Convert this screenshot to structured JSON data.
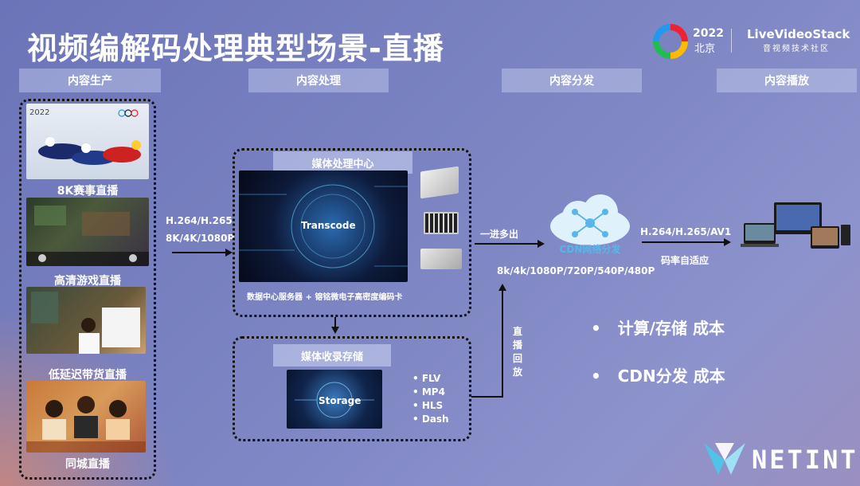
{
  "title": "视频编解码处理典型场景-直播",
  "logos": {
    "year": "2022",
    "city": "北京",
    "brand": "LiveVideoStack",
    "brand_sub": "音视频技术社区",
    "company": "NETINT"
  },
  "stages": [
    "内容生产",
    "内容处理",
    "内容分发",
    "内容播放"
  ],
  "production": {
    "items": [
      {
        "label": "8K赛事直播",
        "thumb_year": "2022"
      },
      {
        "label": "高清游戏直播"
      },
      {
        "label": "低延迟带货直播"
      },
      {
        "label": "同城直播"
      }
    ]
  },
  "processing": {
    "input_codec": "H.264/H.265",
    "input_res": "8K/4K/1080P",
    "center_title": "媒体处理中心",
    "center_image_label": "Transcode",
    "center_caption": "数据中心服务器 + 镕铭微电子高密度编码卡",
    "storage_title": "媒体收录存储",
    "storage_image_label": "Storage",
    "formats": [
      "FLV",
      "MP4",
      "HLS",
      "Dash"
    ],
    "replay_label": "直播回放"
  },
  "distribution": {
    "fanout": "一进多出",
    "resolutions": "8k/4k/1080P/720P/540P/480P",
    "cdn_label": "CDN网络分发",
    "output_codec": "H.264/H.265/AV1",
    "abr": "码率自适应"
  },
  "costs": [
    "计算/存储 成本",
    "CDN分发 成本"
  ],
  "colors": {
    "accent_box": "#111111",
    "cdn_cloud": "#58b6ea",
    "netint_logo": "#4fc3e8"
  }
}
